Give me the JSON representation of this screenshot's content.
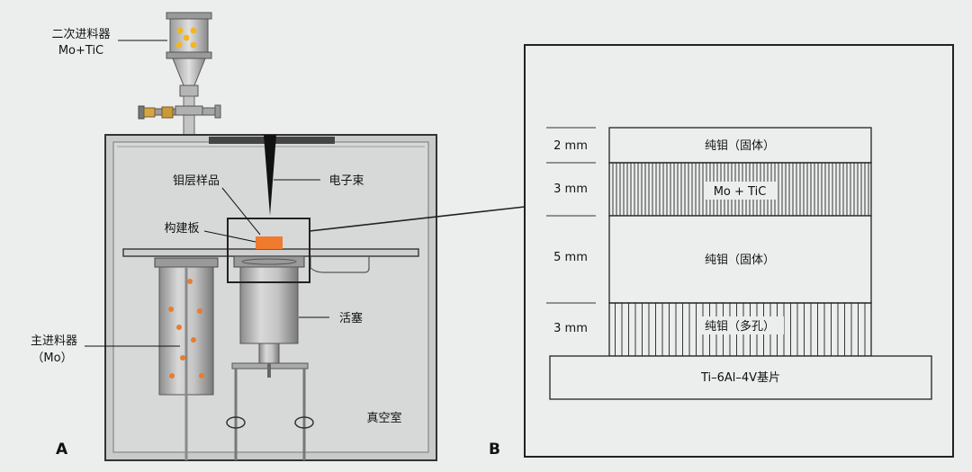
{
  "panel_a": {
    "label": "A",
    "secondary_feeder": {
      "line1": "二次进料器",
      "line2": "Mo+TiC"
    },
    "main_feeder": {
      "line1": "主进料器",
      "line2": "（Mo）"
    },
    "mo_sample": "钼层样品",
    "electron_beam": "电子束",
    "build_plate": "构建板",
    "piston": "活塞",
    "vacuum_chamber": "真空室",
    "colors": {
      "chamber": "#d6d8d7",
      "wall": "#3a3a3a",
      "sample": "#f07a2d",
      "powder_mo": "#ea7b30",
      "powder_tic": "#f2b61e"
    }
  },
  "panel_b": {
    "label": "B",
    "layers": [
      {
        "thickness": "2 mm",
        "text": "纯钼（固体）",
        "pattern": "solid"
      },
      {
        "thickness": "3 mm",
        "text": "Mo + TiC",
        "pattern": "dense-hatch"
      },
      {
        "thickness": "5 mm",
        "text": "纯钼（固体）",
        "pattern": "solid"
      },
      {
        "thickness": "3 mm",
        "text": "纯钼（多孔）",
        "pattern": "sparse-hatch"
      }
    ],
    "substrate": "Ti–6Al–4V基片"
  }
}
